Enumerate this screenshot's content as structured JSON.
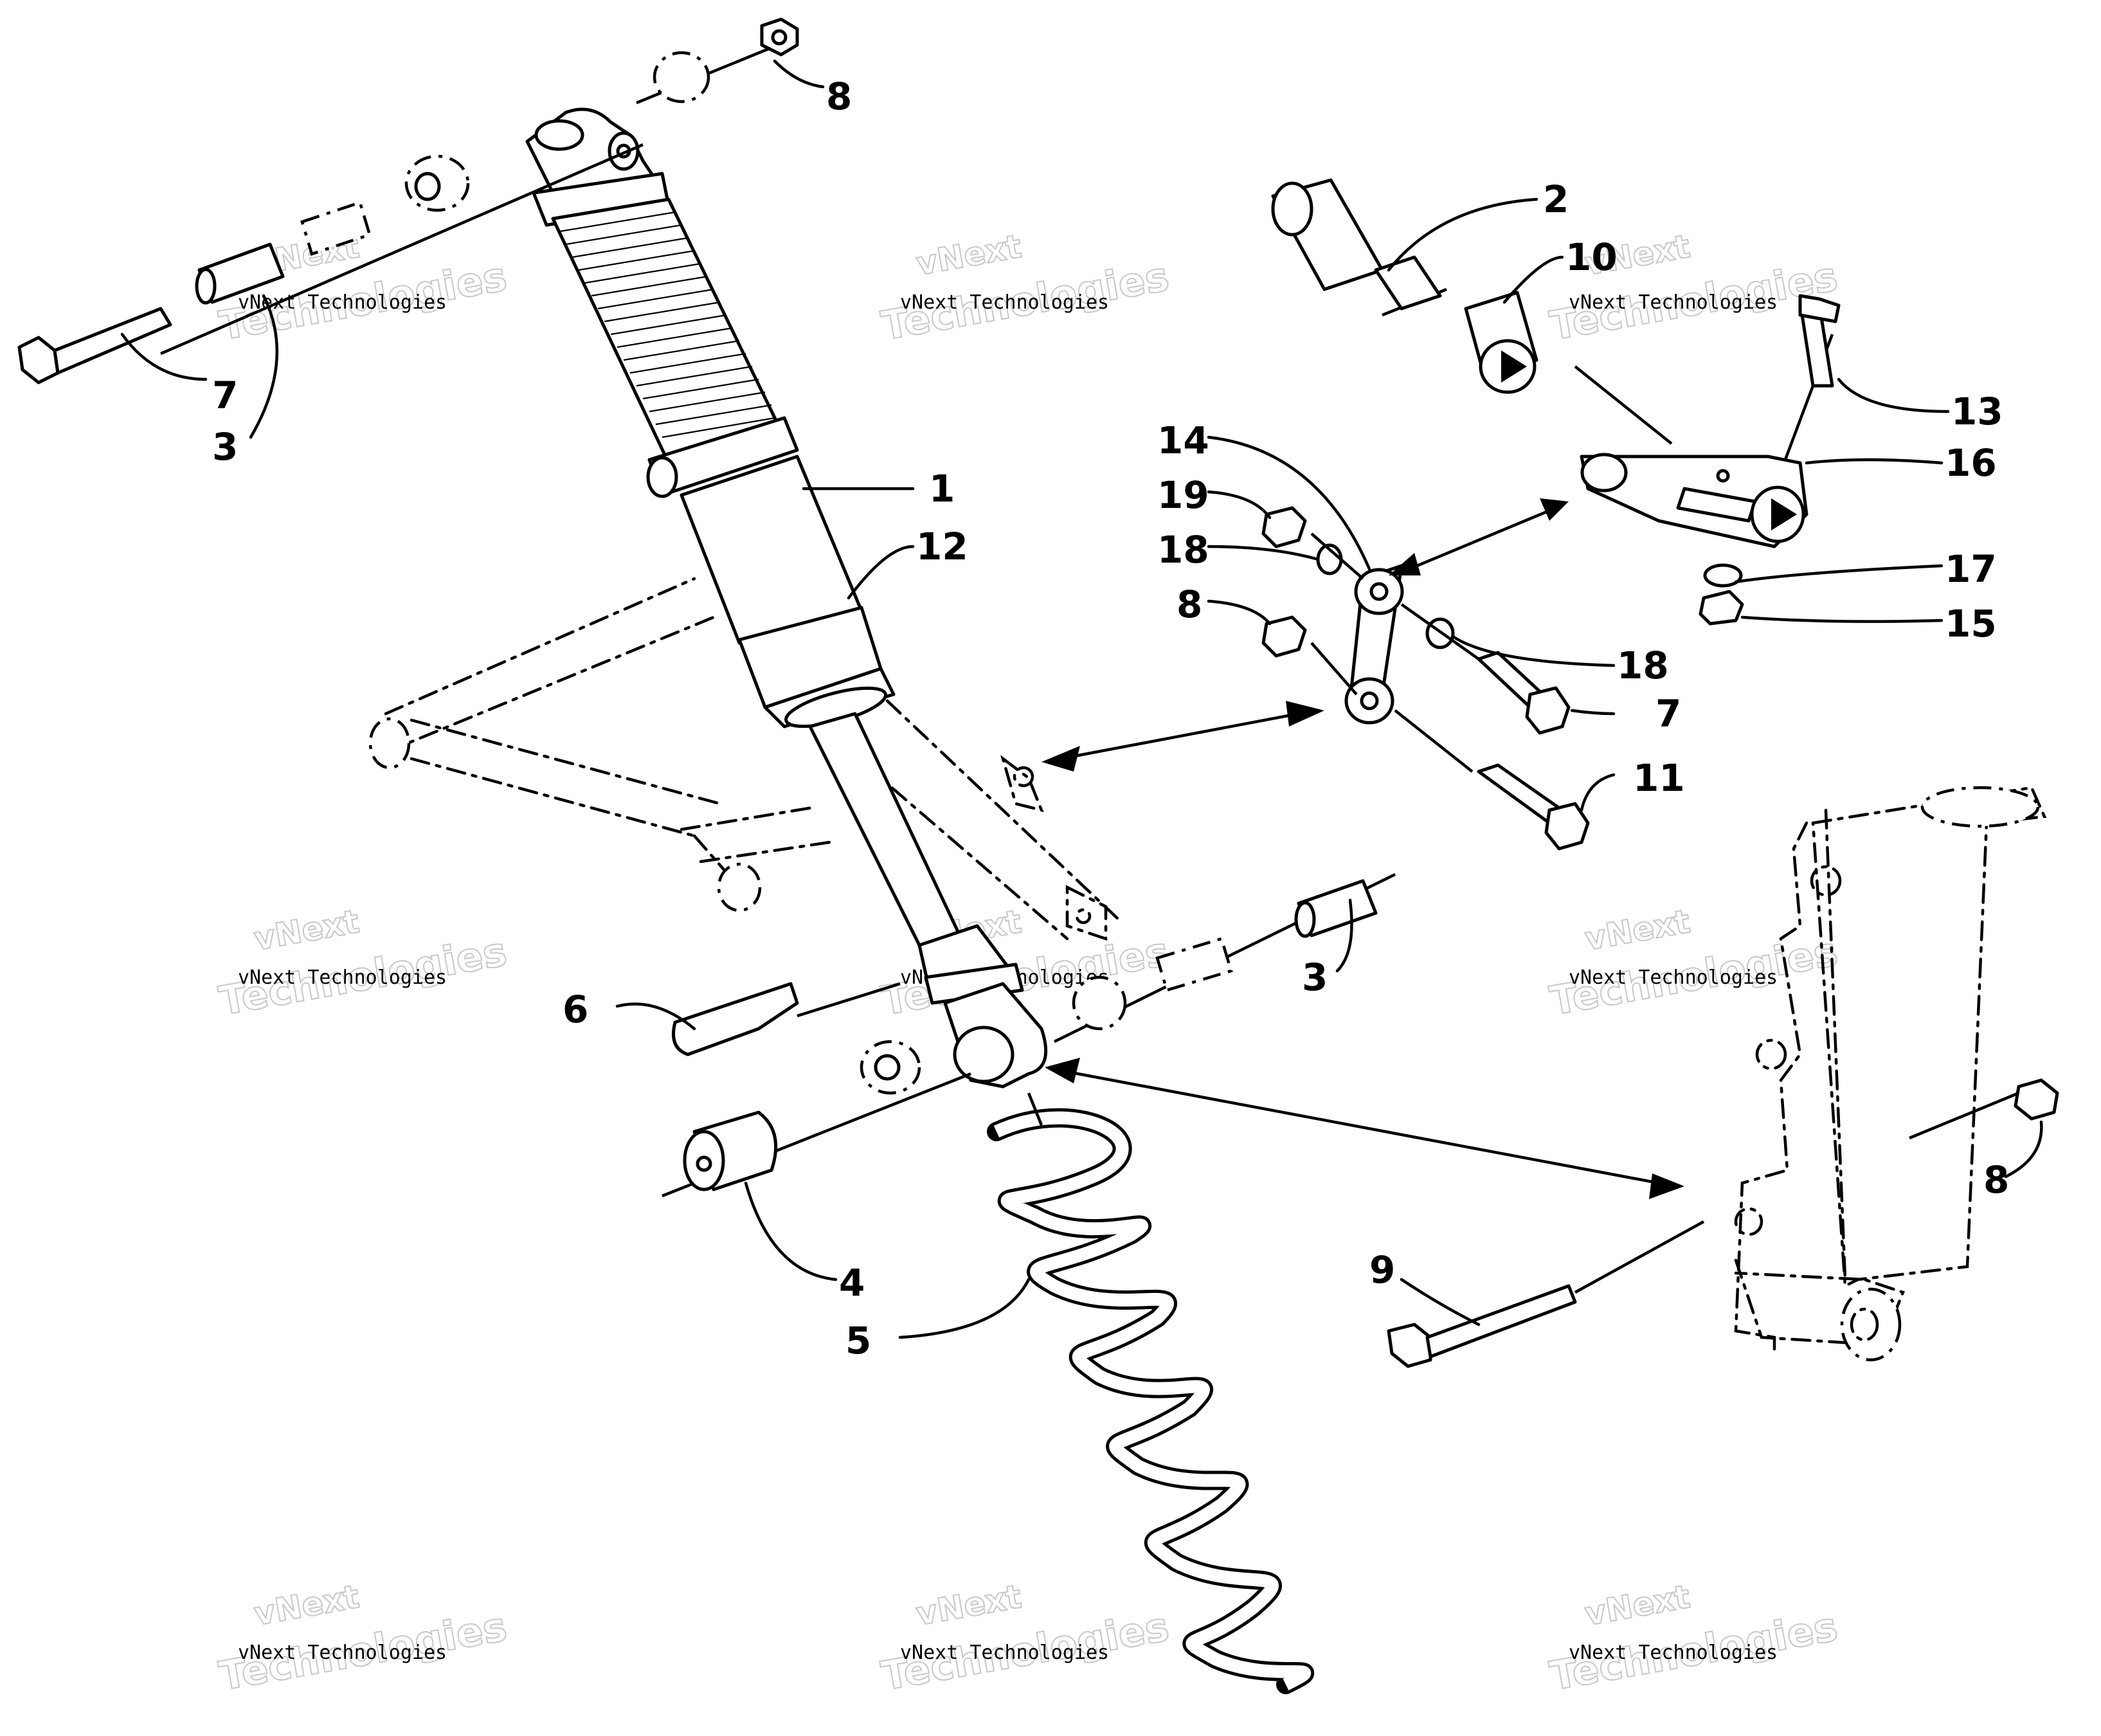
{
  "callouts": {
    "c1": "1",
    "c2": "2",
    "c3a": "3",
    "c3b": "3",
    "c4": "4",
    "c5": "5",
    "c6": "6",
    "c7a": "7",
    "c7b": "7",
    "c8a": "8",
    "c8b": "8",
    "c8c": "8",
    "c9": "9",
    "c10": "10",
    "c11": "11",
    "c12": "12",
    "c13": "13",
    "c14": "14",
    "c15": "15",
    "c16": "16",
    "c17": "17",
    "c18a": "18",
    "c18b": "18",
    "c19": "19"
  },
  "watermark": {
    "line_small": "vNext Technologies",
    "line_big": "Technologies",
    "line_top": "vNext"
  }
}
